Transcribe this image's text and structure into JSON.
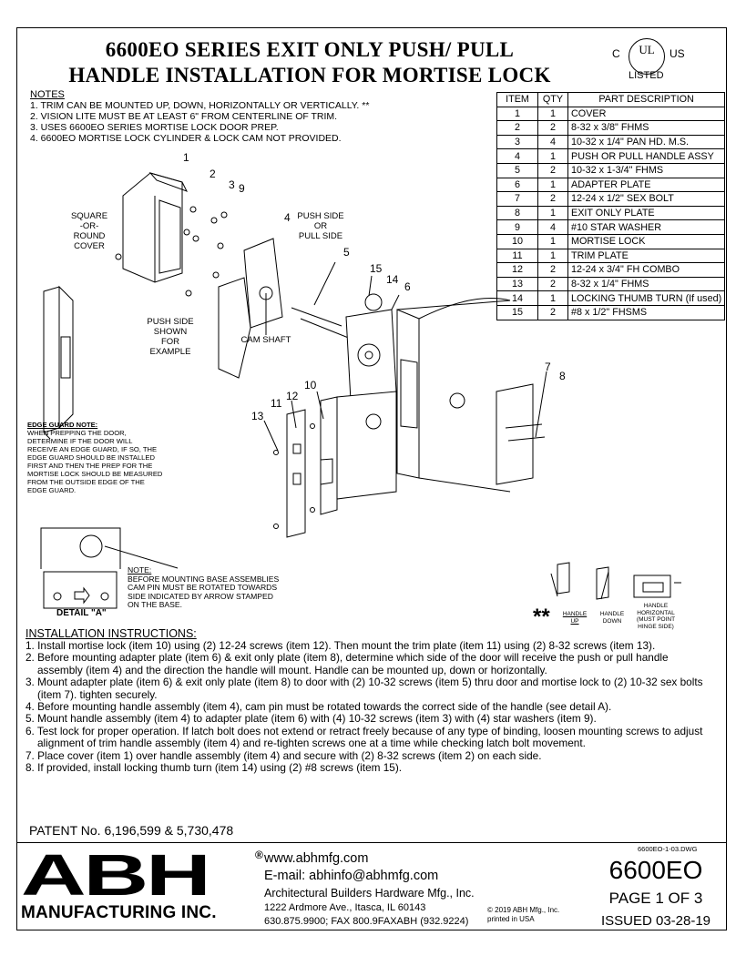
{
  "header": {
    "title_line1": "6600EO SERIES EXIT ONLY PUSH/ PULL",
    "title_line2": "HANDLE INSTALLATION FOR MORTISE LOCK",
    "ul_c": "C",
    "ul_us": "US",
    "ul_inner": "UL",
    "ul_listed": "LISTED"
  },
  "notes": {
    "heading": "NOTES",
    "items": [
      "1. TRIM CAN BE MOUNTED UP, DOWN, HORIZONTALLY OR VERTICALLY. **",
      "2. VISION LITE MUST BE AT LEAST 6\" FROM CENTERLINE OF TRIM.",
      "3. USES 6600EO SERIES MORTISE LOCK DOOR PREP.",
      "4. 6600EO MORTISE LOCK CYLINDER & LOCK CAM NOT PROVIDED."
    ]
  },
  "parts_table": {
    "headers": [
      "ITEM",
      "QTY",
      "PART DESCRIPTION"
    ],
    "rows": [
      [
        "1",
        "1",
        "COVER"
      ],
      [
        "2",
        "2",
        "8-32 x 3/8\" FHMS"
      ],
      [
        "3",
        "4",
        "10-32 x 1/4\" PAN HD. M.S."
      ],
      [
        "4",
        "1",
        "PUSH OR PULL HANDLE ASSY"
      ],
      [
        "5",
        "2",
        "10-32 x 1-3/4\" FHMS"
      ],
      [
        "6",
        "1",
        "ADAPTER PLATE"
      ],
      [
        "7",
        "2",
        "12-24 x 1/2\" SEX BOLT"
      ],
      [
        "8",
        "1",
        "EXIT ONLY PLATE"
      ],
      [
        "9",
        "4",
        "#10 STAR WASHER"
      ],
      [
        "10",
        "1",
        "MORTISE LOCK"
      ],
      [
        "11",
        "1",
        "TRIM PLATE"
      ],
      [
        "12",
        "2",
        "12-24 x 3/4\" FH COMBO"
      ],
      [
        "13",
        "2",
        "8-32 x 1/4\" FHMS"
      ],
      [
        "14",
        "1",
        "LOCKING THUMB TURN (If used)"
      ],
      [
        "15",
        "2",
        "#8 x 1/2\"  FHSMS"
      ]
    ]
  },
  "diagram": {
    "callouts": [
      "1",
      "2",
      "3",
      "9",
      "4",
      "5",
      "15",
      "14",
      "6",
      "7",
      "8",
      "10",
      "12",
      "11",
      "13"
    ],
    "label_square_cover": "SQUARE\n-OR-\nROUND\nCOVER",
    "label_push_side": "PUSH SIDE\nOR\nPULL SIDE",
    "label_push_example": "PUSH SIDE\nSHOWN\nFOR\nEXAMPLE",
    "label_cam_shaft": "CAM SHAFT",
    "edge_guard_title": "EDGE GUARD NOTE:",
    "edge_guard_text": "WHEN PREPPING THE DOOR, DETERMINE IF THE DOOR WILL RECEIVE AN EDGE GUARD, IF SO, THE EDGE GUARD SHOULD BE INSTALLED FIRST AND THEN THE PREP FOR THE MORTISE LOCK SHOULD BE MEASURED FROM THE OUTSIDE EDGE OF THE EDGE GUARD.",
    "detail_label": "DETAIL \"A\"",
    "detail_note_title": "NOTE:",
    "detail_note_text": "BEFORE MOUNTING BASE ASSEMBLIES CAM PIN MUST BE ROTATED TOWARDS SIDE INDICATED BY ARROW STAMPED ON THE BASE.",
    "stars": "**",
    "handle_up": "HANDLE\nUP",
    "handle_down": "HANDLE\nDOWN",
    "handle_horizontal": "HANDLE\nHORIZONTAL\n(MUST POINT\nHINGE SIDE)"
  },
  "instructions": {
    "heading": "INSTALLATION INSTRUCTIONS:",
    "items": [
      "1. Install mortise lock (item 10) using (2) 12-24 screws (item 12). Then mount the trim plate (item 11) using (2) 8-32 screws (item 13).",
      "2. Before mounting adapter plate (item 6) & exit only plate (item 8), determine which side of the door will receive the push or pull handle assembly (item 4) and the direction the handle will mount. Handle can be mounted up, down or horizontally.",
      "3. Mount adapter plate (item 6) & exit only plate (item 8) to door with (2) 10-32 screws (item 5) thru door and mortise lock to (2) 10-32 sex bolts (item 7). tighten securely.",
      "4. Before mounting handle assembly (item 4), cam pin must be rotated towards the correct side of the handle (see detail A).",
      "5. Mount handle assembly (item 4) to adapter plate (item 6) with (4) 10-32 screws (item 3) with (4) star washers (item 9).",
      "6. Test lock for proper operation. If latch bolt does not extend or retract freely because of any type of binding, loosen mounting screws to adjust alignment of trim handle assembly (item 4) and re-tighten screws one at a time while checking latch bolt movement.",
      "7. Place cover (item 1) over handle assembly (item 4) and secure with (2) 8-32 screws (item 2) on each side.",
      "8. If provided, install locking thumb turn (item 14) using (2) #8 screws (item 15)."
    ]
  },
  "patent": "PATENT No. 6,196,599 & 5,730,478",
  "footer": {
    "logo_text": "ABH",
    "logo_sub": "MANUFACTURING INC.",
    "registered": "®",
    "website": "www.abhmfg.com",
    "email": "E-mail: abhinfo@abhmfg.com",
    "company": "Architectural Builders Hardware Mfg., Inc.",
    "address": "1222 Ardmore Ave., Itasca, IL 60143",
    "phone": "630.875.9900; FAX 800.9FAXABH (932.9224)",
    "copyright": "© 2019 ABH Mfg., Inc.",
    "printed": "printed in USA",
    "dwg": "6600EO-1-03.DWG",
    "model": "6600EO",
    "page": "PAGE 1 OF 3",
    "issued": "ISSUED 03-28-19"
  }
}
